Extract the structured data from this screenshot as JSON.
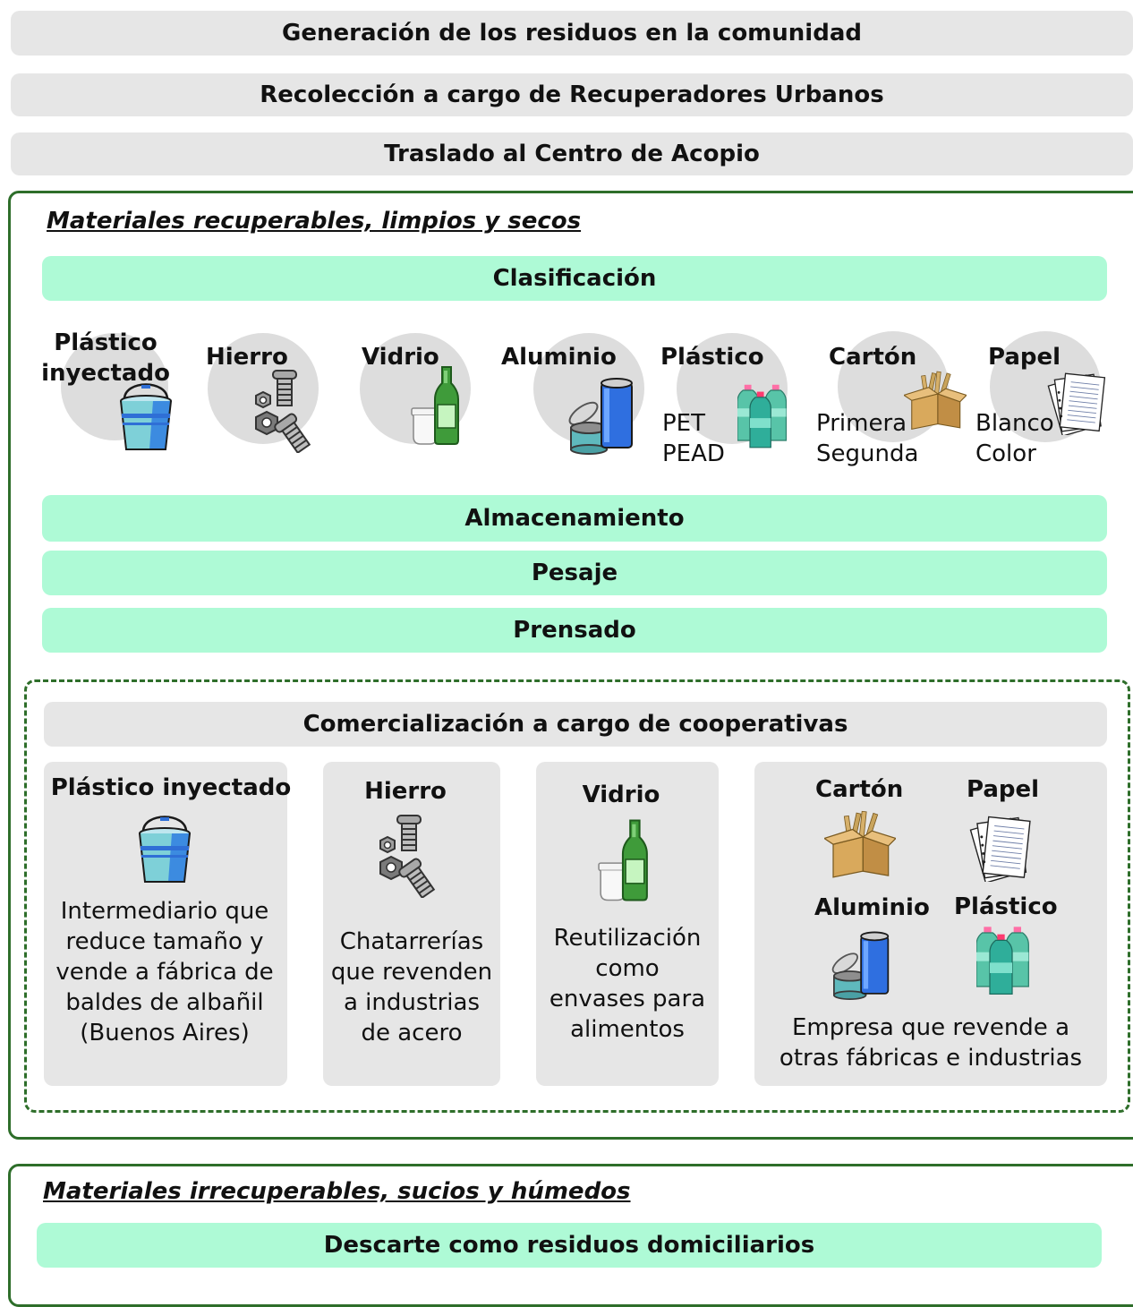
{
  "flow": {
    "step1": "Generación de los residuos en la comunidad",
    "step2": "Recolección a cargo de Recuperadores Urbanos",
    "step3": "Traslado al Centro de Acopio"
  },
  "recoverable": {
    "title": "Materiales recuperables, limpios y secos",
    "classification": "Clasificación",
    "categories": [
      {
        "title": "Plástico inyectado",
        "icon": "bucket-icon",
        "sub": []
      },
      {
        "title": "Hierro",
        "icon": "bolts-nuts-icon",
        "sub": []
      },
      {
        "title": "Vidrio",
        "icon": "glass-bottle-jar-icon",
        "sub": []
      },
      {
        "title": "Aluminio",
        "icon": "cans-icon",
        "sub": []
      },
      {
        "title": "Plástico",
        "icon": "plastic-bottles-icon",
        "sub": [
          "PET",
          "PEAD"
        ]
      },
      {
        "title": "Cartón",
        "icon": "cardboard-box-icon",
        "sub": [
          "Primera",
          "Segunda"
        ]
      },
      {
        "title": "Papel",
        "icon": "paper-sheets-icon",
        "sub": [
          "Blanco",
          "Color"
        ]
      }
    ],
    "storage": "Almacenamiento",
    "weighing": "Pesaje",
    "pressing": "Prensado",
    "commercialization": {
      "title": "Comercialización a cargo de cooperativas",
      "cards": [
        {
          "title": "Plástico inyectado",
          "desc": "Intermediario que reduce tamaño y vende a fábrica de baldes de albañil (Buenos Aires)"
        },
        {
          "title": "Hierro",
          "desc": "Chatarrerías que revenden a industrias de acero"
        },
        {
          "title": "Vidrio",
          "desc": "Reutilización como envases para alimentos"
        },
        {
          "titles": [
            "Cartón",
            "Papel",
            "Aluminio",
            "Plástico"
          ],
          "desc": "Empresa que revende a otras fábricas e industrias"
        }
      ]
    }
  },
  "unrecoverable": {
    "title": "Materiales irrecuperables, sucios y húmedos",
    "discard": "Descarte como residuos domiciliarios"
  },
  "colors": {
    "gray_bar": "#e6e6e6",
    "green_bar": "#aefad6",
    "panel_border": "#2e6e2a",
    "icon_circle": "#dddddd"
  }
}
